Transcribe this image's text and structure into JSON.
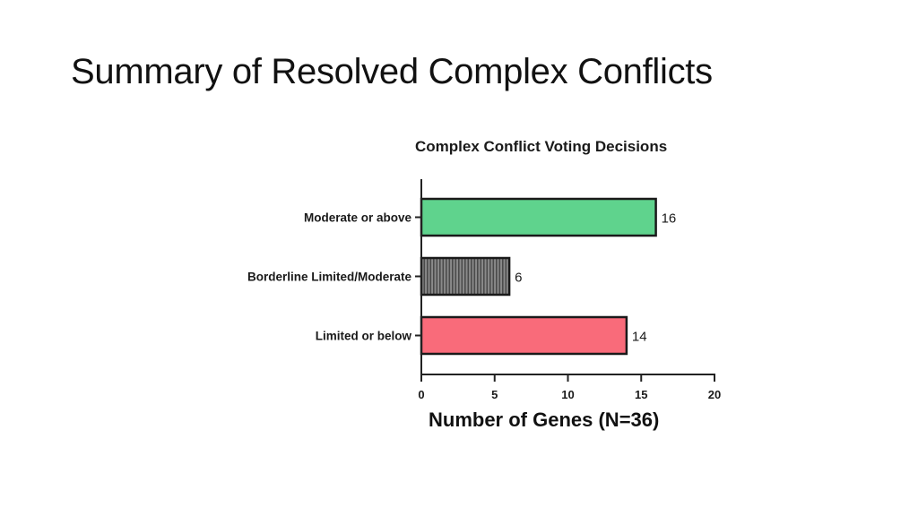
{
  "slide": {
    "title": "Summary of Resolved Complex Conflicts"
  },
  "chart_data": {
    "type": "bar",
    "orientation": "horizontal",
    "title": "Complex Conflict Voting Decisions",
    "xlabel": "Number of Genes (N=36)",
    "ylabel": "",
    "categories": [
      "Moderate or above",
      "Borderline Limited/Moderate",
      "Limited or below"
    ],
    "values": [
      16,
      6,
      14
    ],
    "data_labels": [
      "16",
      "6",
      "14"
    ],
    "colors": [
      "#5fd38d",
      "#777777",
      "#f96b7a"
    ],
    "patterns": [
      "solid",
      "vertical-stripes",
      "solid"
    ],
    "xlim": [
      0,
      20
    ],
    "xticks": [
      0,
      5,
      10,
      15,
      20
    ],
    "xtick_labels": [
      "0",
      "5",
      "10",
      "15",
      "20"
    ],
    "grid": false,
    "legend": null
  }
}
